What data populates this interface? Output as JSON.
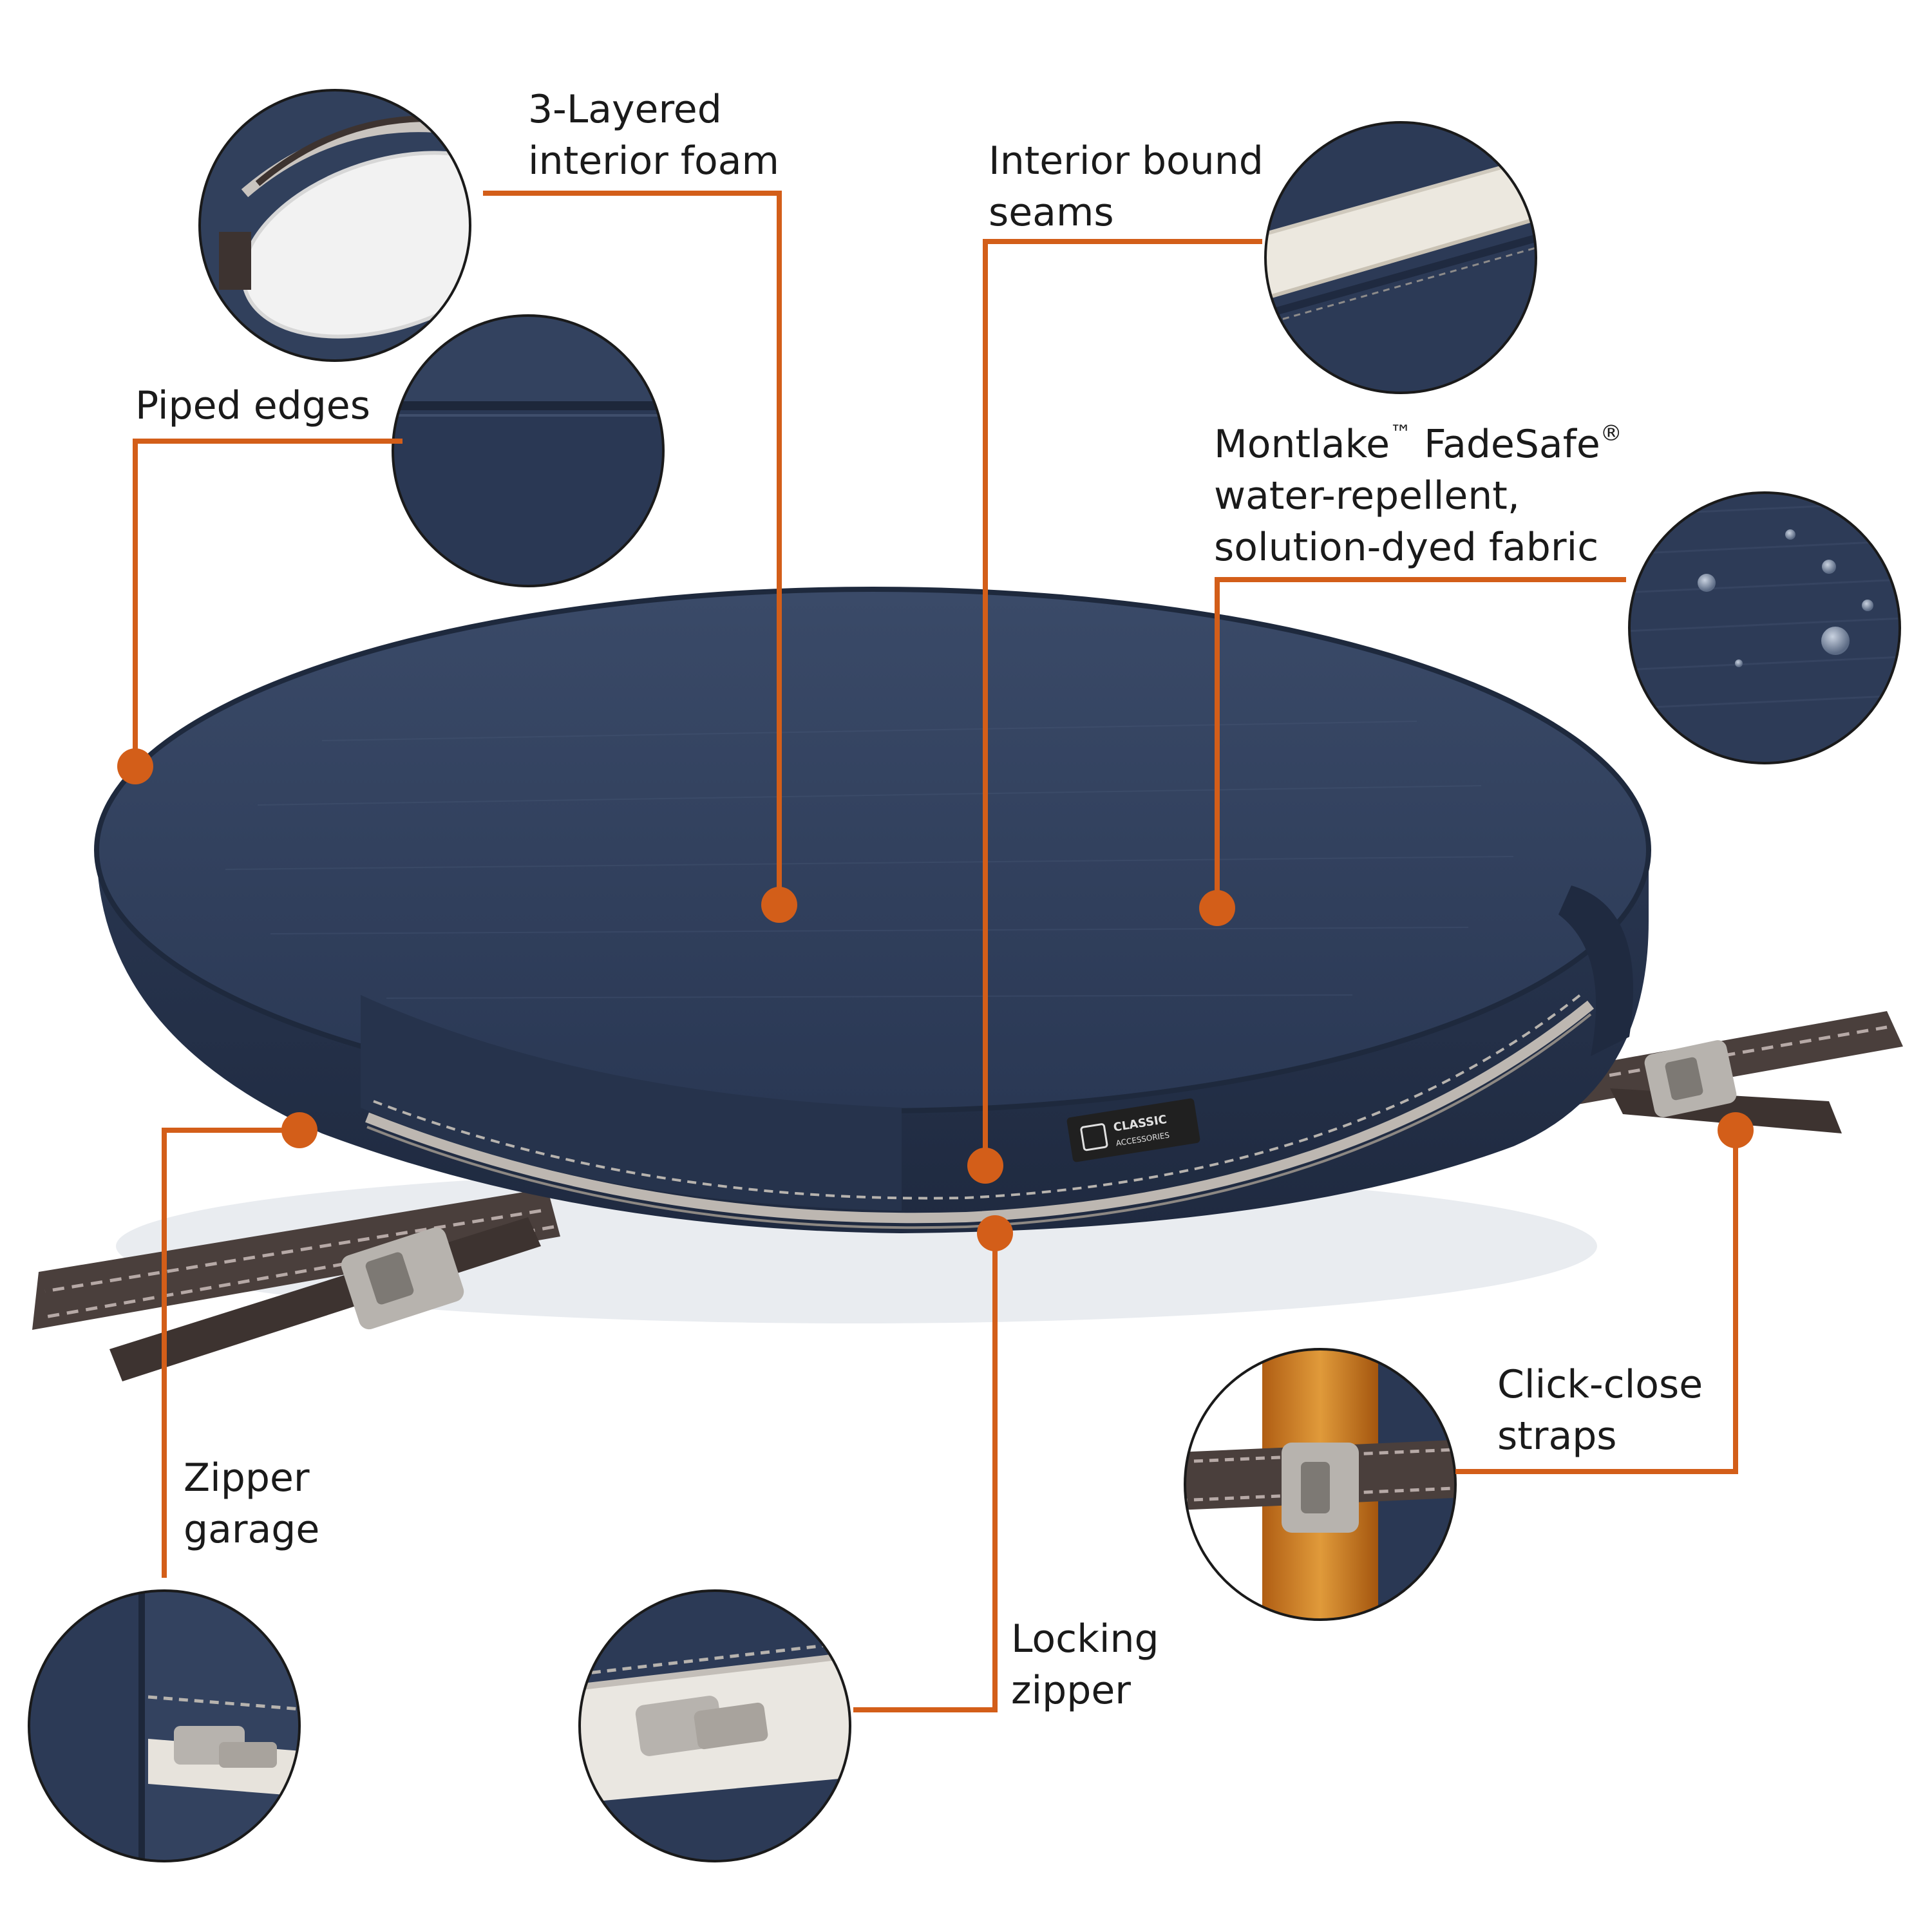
{
  "colors": {
    "accent": "#d35e19",
    "cushion": "#2e3e5a",
    "strap": "#4a3f3c",
    "background": "#ffffff"
  },
  "brand_tag": {
    "line1": "CLASSIC",
    "line2": "ACCESSORIES"
  },
  "callouts": {
    "foam": {
      "line1": "3-Layered",
      "line2": "interior foam"
    },
    "seams": {
      "line1": "Interior bound",
      "line2": "seams"
    },
    "piped": {
      "line1": "Piped edges"
    },
    "fabric": {
      "brand": "Montlake",
      "tm": "™",
      "product": "FadeSafe",
      "reg": "®",
      "line2": "water-repellent,",
      "line3": "solution-dyed fabric"
    },
    "garage": {
      "line1": "Zipper",
      "line2": "garage"
    },
    "zipper": {
      "line1": "Locking",
      "line2": "zipper"
    },
    "straps": {
      "line1": "Click-close",
      "line2": "straps"
    }
  }
}
